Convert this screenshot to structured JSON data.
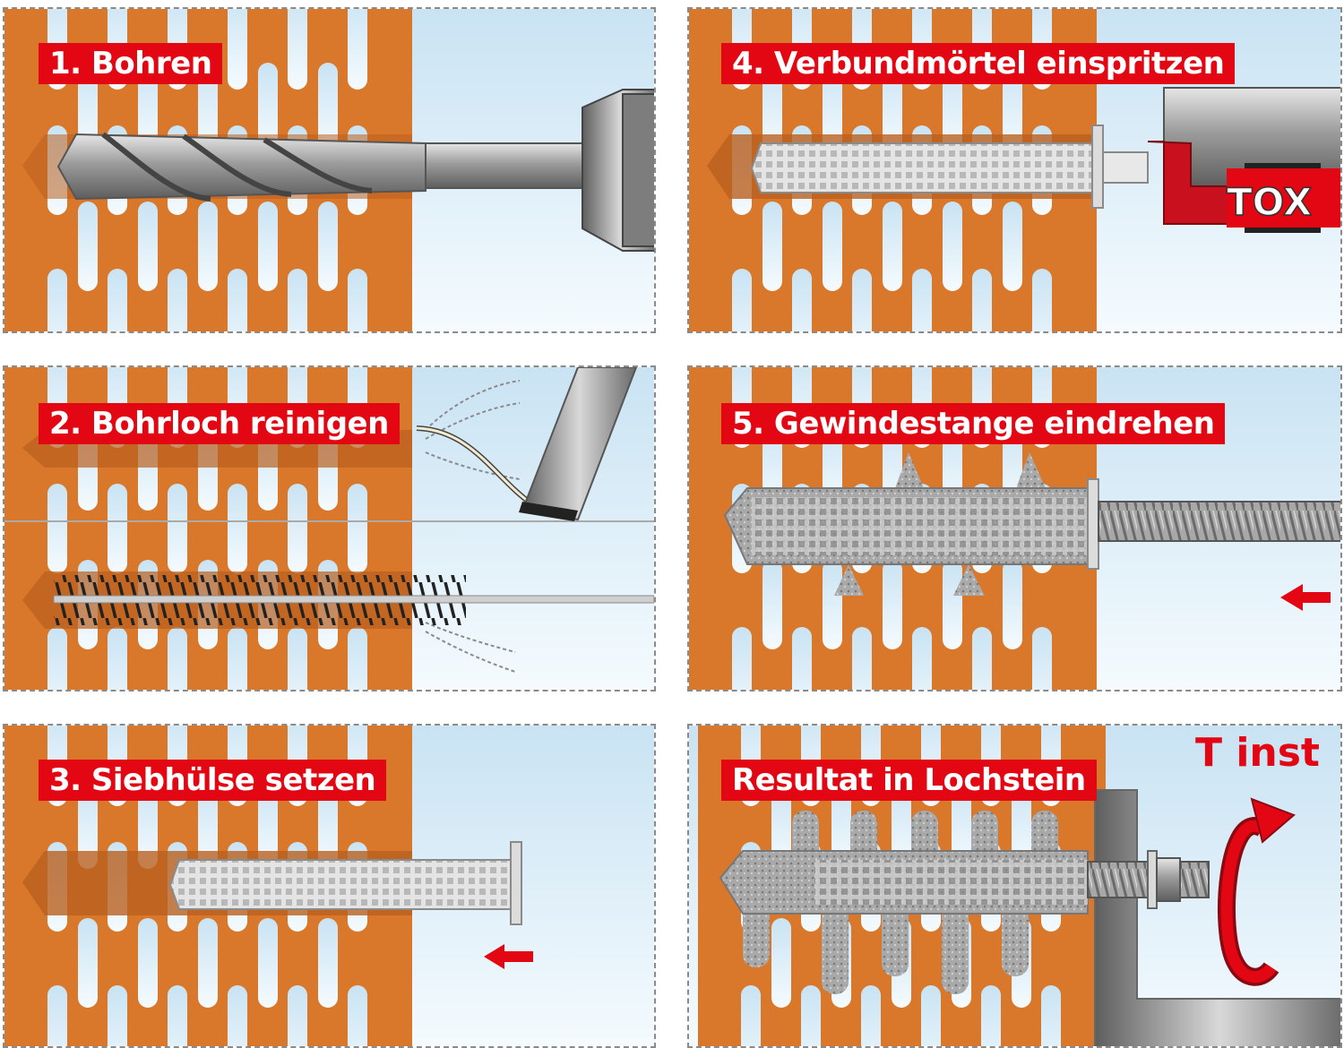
{
  "steps": [
    {
      "label": "1. Bohren"
    },
    {
      "label": "2. Bohrloch reinigen"
    },
    {
      "label": "3. Siebhülse setzen"
    },
    {
      "label": "4. Verbundmörtel einspritzen"
    },
    {
      "label": "5. Gewindestange eindrehen"
    },
    {
      "label": "Resultat in Lochstein"
    }
  ],
  "brand": {
    "cartridge_logo": "TOX"
  },
  "torque_label": "T inst",
  "colors": {
    "brick": "#d9772a",
    "brick_dark": "#b9601f",
    "sky_top": "#cfe6f4",
    "sky_bottom": "#f4fafd",
    "accent_red": "#e30613",
    "steel": "#9a9a9a"
  }
}
